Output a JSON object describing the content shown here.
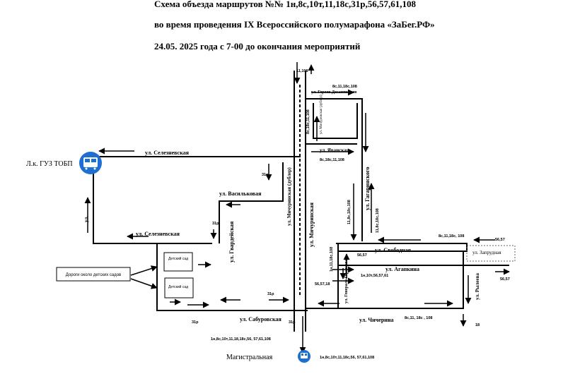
{
  "header": {
    "line1": "Схема объезда маршрутов №№ 1н,8с,10т,11,18с,31р,56,57,61,108",
    "line2": "во время проведения IX Всероссийского полумарафона «ЗаБег.РФ»",
    "line3": "24.05. 2025 года с 7-00 до окончания мероприятий"
  },
  "stops": {
    "top_left": "Л.к. ГУЗ ТОБП",
    "bottom": "Магистральная"
  },
  "streets": {
    "seleznevskaya_top": "ул. Селезневская",
    "seleznevskaya_mid": "ул. Селезневская",
    "vasilkovaya": "ул. Васильковая",
    "gvardeyskaya": "ул. Гвардейская",
    "michurinskaya_dubler": "ул. Мичуринская (дублер)",
    "michurinskaya": "ул. Мичуринская",
    "geroev_desantnikov": "ул. Героев Десантников",
    "michurinskaya_dubler_small": "ул. Мичуринская (дублер)",
    "yavanskaya": "ул. Яванская",
    "gagarinskogo": "ул. Гагаринского",
    "svobodnaya": "ул. Свободная",
    "zaprudnaya": "ул. Запрудная",
    "agapkina": "ул. Агапкина",
    "general_gorshkova": "ул. Генерала Горшкова",
    "rylenka": "ул. Рылеева",
    "chicherina": "ул. Чичерина",
    "saburovskaya": "ул. Сабуровская",
    "ul_short": "ул."
  },
  "notes": {
    "kindergarten_roads": "Дороги около детских садов",
    "kindergarten_1": "Детский сад",
    "kindergarten_2": "Детский сад"
  },
  "route_labels": {
    "r_11_108_top": "11,108",
    "r_8c_11_18c_108_top": "8с,11,18с,108",
    "r_8c_18c_11_108_vert": "8с,18с,11,108",
    "r_8c_18c_11_108_mid": "8с,18с,11,108",
    "r_31p_a": "31р",
    "r_31p_b": "31р",
    "r_31p_c": "31р",
    "r_31p_d": "31р",
    "r_31p_e": "31р",
    "r_11_8c_18c_108_vert": "11,8с,18с,108",
    "r_11_8c_18c_108_vert2": "11,8с,18с,108",
    "r_1n_11_18c_108": "1н,11,18с,108",
    "r_56_57_a": "56,57",
    "r_56_57_b": "56,57",
    "r_56_57_c": "56,57",
    "r_56_57_18": "56,57,18",
    "r_1n_10t_56_57_61": "1н,10т,56,57,61",
    "r_8c_11_18c_108_right": "8с,11,18с, 108",
    "r_8c_11_18c_108_bottom": "8с,11, 18с , 108",
    "r_18": "18",
    "r_full_left": "1н,8с,10т,11,18,18с,56, 57,61,108",
    "r_full_bottom": "1н,8с,10т,11,18с,56, 57,61,108"
  },
  "colors": {
    "line": "#000000",
    "bus_icon": "#1f6fd1"
  }
}
